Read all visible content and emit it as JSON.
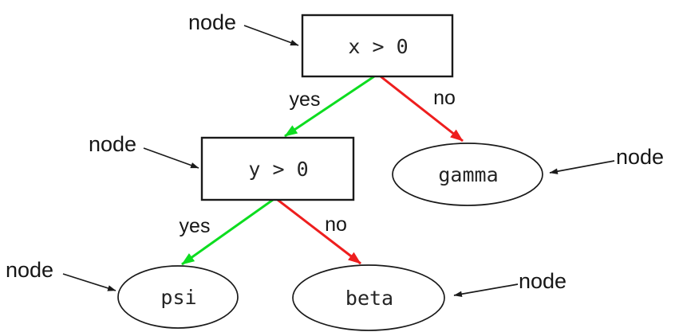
{
  "figure": {
    "background": "#ffffff",
    "colors": {
      "yes_edge": "#0ddd20",
      "no_edge": "#ee1e1e",
      "ink": "#1a1a1a"
    },
    "nodes": [
      {
        "id": "root",
        "shape": "box",
        "label": "x > 0"
      },
      {
        "id": "ytest",
        "shape": "box",
        "label": "y > 0"
      },
      {
        "id": "gamma",
        "shape": "ellipse",
        "label": "gamma"
      },
      {
        "id": "psi",
        "shape": "ellipse",
        "label": "psi"
      },
      {
        "id": "beta",
        "shape": "ellipse",
        "label": "beta"
      }
    ],
    "edges": [
      {
        "from": "x > 0",
        "to": "y > 0",
        "label": "yes"
      },
      {
        "from": "x > 0",
        "to": "gamma",
        "label": "no"
      },
      {
        "from": "y > 0",
        "to": "psi",
        "label": "yes"
      },
      {
        "from": "y > 0",
        "to": "beta",
        "label": "no"
      }
    ],
    "annotations": [
      {
        "label": "node",
        "points_to": "x > 0"
      },
      {
        "label": "node",
        "points_to": "y > 0"
      },
      {
        "label": "node",
        "points_to": "gamma"
      },
      {
        "label": "node",
        "points_to": "psi"
      },
      {
        "label": "node",
        "points_to": "beta"
      }
    ]
  }
}
